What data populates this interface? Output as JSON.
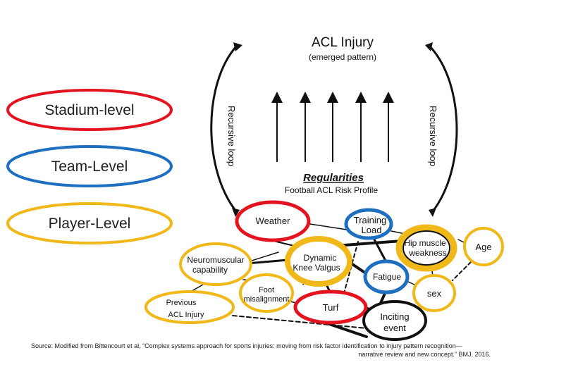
{
  "legend": {
    "stadium": "Stadium-level",
    "team": "Team-Level",
    "player": "Player-Level"
  },
  "header": {
    "title": "ACL Injury",
    "subtitle": "(emerged pattern)",
    "loop_left": "Recursive loop",
    "loop_right": "Recursive loop"
  },
  "regularities": {
    "title": "Regularities",
    "subtitle": "Football ACL Risk Profile"
  },
  "nodes": {
    "weather": "Weather",
    "training_l1": "Training",
    "training_l2": "Load",
    "hip_l1": "Hip muscle",
    "hip_l2": "weakness",
    "age": "Age",
    "neuro_l1": "Neuromuscular",
    "neuro_l2": "capability",
    "valgus_l1": "Dynamic",
    "valgus_l2": "Knee Valgus",
    "fatigue": "Fatigue",
    "sex": "sex",
    "foot_l1": "Foot",
    "foot_l2": "misalignment",
    "prev_l1": "Previous",
    "prev_l2": "ACL Injury",
    "turf": "Turf",
    "inciting_l1": "Inciting",
    "inciting_l2": "event"
  },
  "source": {
    "line1": "Source: Modified from Bittencourt et al, “Complex systems approach for sports injuries: moving from risk factor identification to injury pattern recognition—",
    "line2": "narrative review and new concept.” BMJ. 2016."
  },
  "colors": {
    "stadium": "#e3141f",
    "team": "#1f6fc0",
    "player": "#f0b818",
    "line": "#111111"
  }
}
